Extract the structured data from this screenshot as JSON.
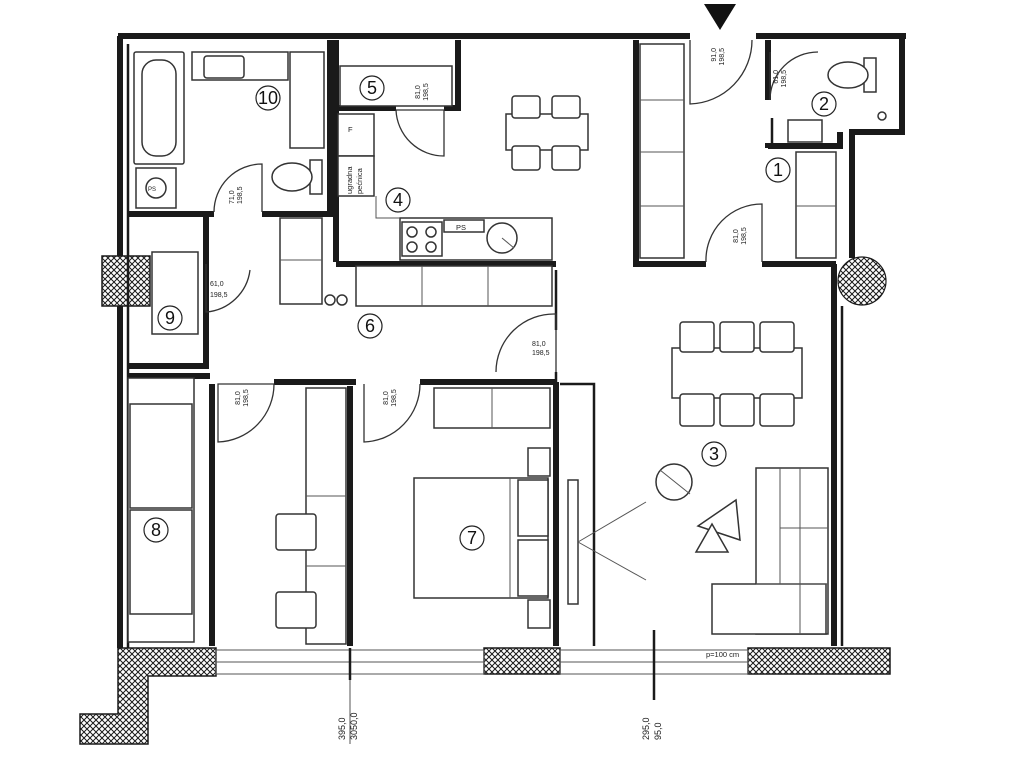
{
  "rooms": [
    {
      "number": "1"
    },
    {
      "number": "2"
    },
    {
      "number": "3"
    },
    {
      "number": "4"
    },
    {
      "number": "5"
    },
    {
      "number": "6"
    },
    {
      "number": "7"
    },
    {
      "number": "8"
    },
    {
      "number": "9"
    },
    {
      "number": "10"
    }
  ],
  "doors": [
    {
      "width": "91,0",
      "height": "198,5"
    },
    {
      "width": "61,0",
      "height": "198,5"
    },
    {
      "width": "81,0",
      "height": "198,5"
    },
    {
      "width": "81,0",
      "height": "198,5"
    },
    {
      "width": "71,0",
      "height": "198,5"
    },
    {
      "width": "61,0",
      "height": "198,5"
    },
    {
      "width": "81,0",
      "height": "198,5"
    },
    {
      "width": "81,0",
      "height": "198,5"
    },
    {
      "width": "81,0",
      "height": "198,5"
    }
  ],
  "labels": {
    "fridge": "F",
    "builtin_oven_line1": "ugradna",
    "builtin_oven_line2": "pećnica",
    "ps": "PS",
    "ps_small": "PS",
    "window_note": "p=100 cm"
  },
  "dimensions": {
    "left_line1": "395,0",
    "left_line2": "3050,0",
    "right_line1": "295,0",
    "right_line2": "95,0"
  },
  "icons": {
    "entrance": "entrance-arrow-icon",
    "sofa": "sofa-icon",
    "bed": "double-bed-icon"
  }
}
